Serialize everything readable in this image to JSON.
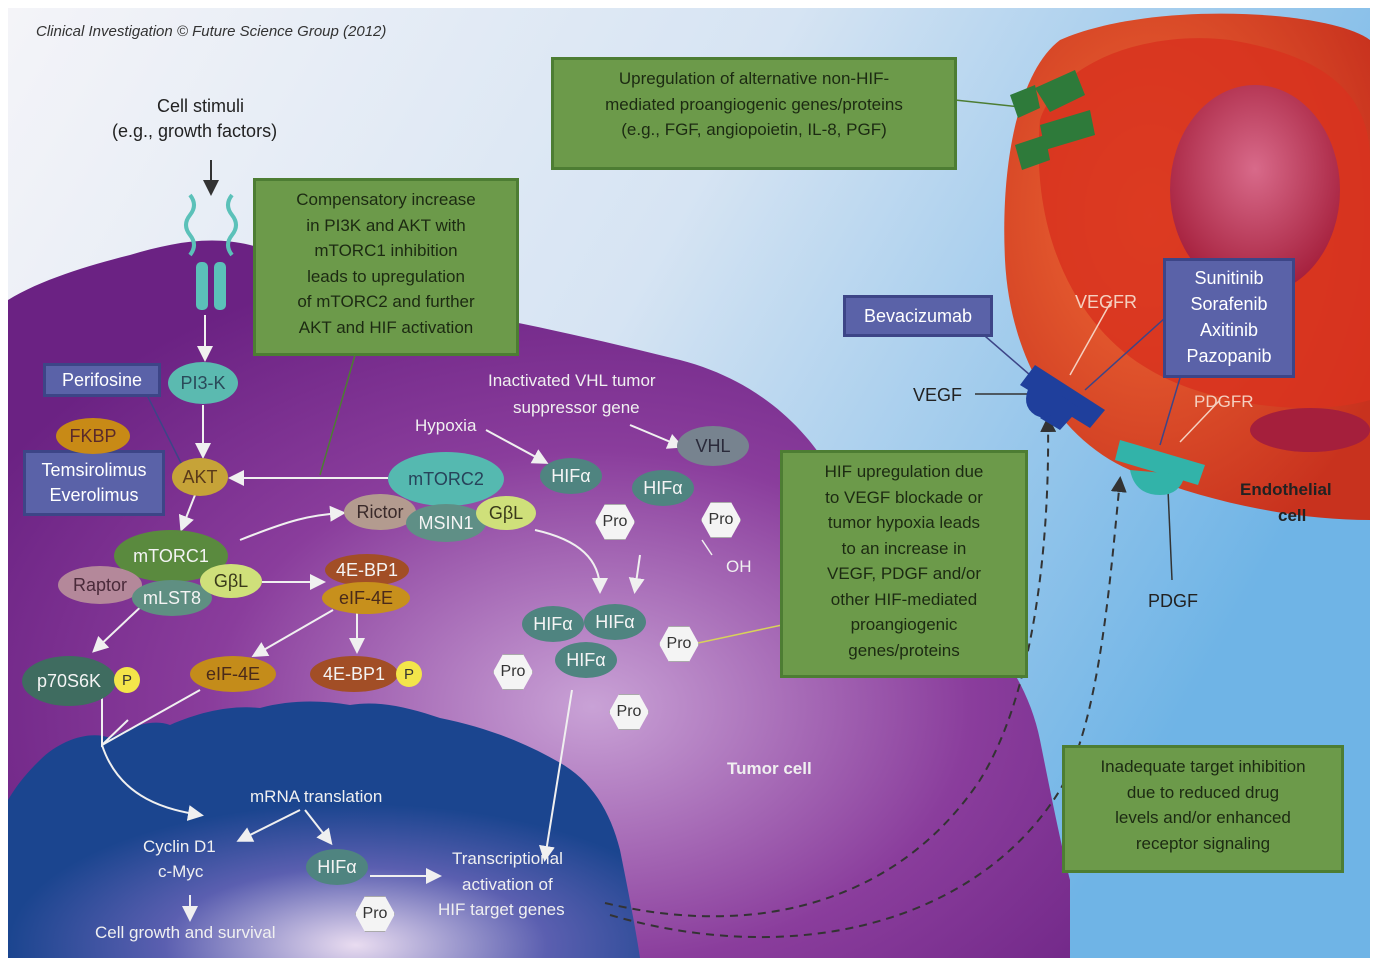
{
  "header": {
    "citation": "Clinical Investigation © Future Science Group (2012)"
  },
  "stimuli": {
    "line1": "Cell stimuli",
    "line2": "(e.g., growth factors)"
  },
  "boxes": {
    "compensatory": "Compensatory increase\nin PI3K and AKT with\nmTORC1 inhibition\nleads to upregulation\nof mTORC2 and further\nAKT and HIF activation",
    "upregulation": "Upregulation of alternative non-HIF-\nmediated proangiogenic genes/proteins\n(e.g., FGF, angiopoietin, IL-8, PGF)",
    "hif_upregulation": "HIF upregulation due\nto VEGF blockade or\ntumor hypoxia leads\nto an increase in\nVEGF, PDGF and/or\nother HIF-mediated\nproangiogenic\ngenes/proteins",
    "inadequate": "Inadequate target inhibition\ndue to reduced drug\nlevels and/or enhanced\nreceptor signaling"
  },
  "drugs": {
    "perifosine": "Perifosine",
    "temsirolimus": "Temsirolimus\nEverolimus",
    "bevacizumab": "Bevacizumab",
    "tki": "Sunitinib\nSorafenib\nAxitinib\nPazopanib"
  },
  "nodes": {
    "pi3k": "PI3-K",
    "fkbp": "FKBP",
    "akt": "AKT",
    "mtorc1": "mTORC1",
    "raptor": "Raptor",
    "mlst8": "mLST8",
    "gbl1": "GβL",
    "mtorc2": "mTORC2",
    "rictor": "Rictor",
    "msin1": "MSIN1",
    "gbl2": "GβL",
    "fourebp1": "4E-BP1",
    "eif4e": "eIF-4E",
    "p70s6k": "p70S6K",
    "eif4e_free": "eIF-4E",
    "fourebp1_p": "4E-BP1",
    "p": "P",
    "vhl": "VHL",
    "pro": "Pro",
    "oh": "OH",
    "hifa": "HIFα"
  },
  "labels": {
    "hypoxia": "Hypoxia",
    "vhl_line1": "Inactivated VHL tumor",
    "vhl_line2": "suppressor gene",
    "mrna": "mRNA translation",
    "cyclin": "Cyclin D1",
    "cmyc": "c-Myc",
    "growth": "Cell growth and survival",
    "trans1": "Transcriptional",
    "trans2": "activation of",
    "trans3": "HIF target genes",
    "tumor_cell": "Tumor cell",
    "vegf": "VEGF",
    "vegfr": "VEGFR",
    "pdgfr": "PDGFR",
    "pdgf": "PDGF",
    "endo1": "Endothelial",
    "endo2": "cell"
  },
  "colors": {
    "tumor": "#7e2f8e",
    "nucleus": "#1c4690",
    "green_box": "#6c9a4a",
    "drug_box": "#5a62a8",
    "endothelial": "#e04a2a",
    "background": "#bcd8ef"
  }
}
